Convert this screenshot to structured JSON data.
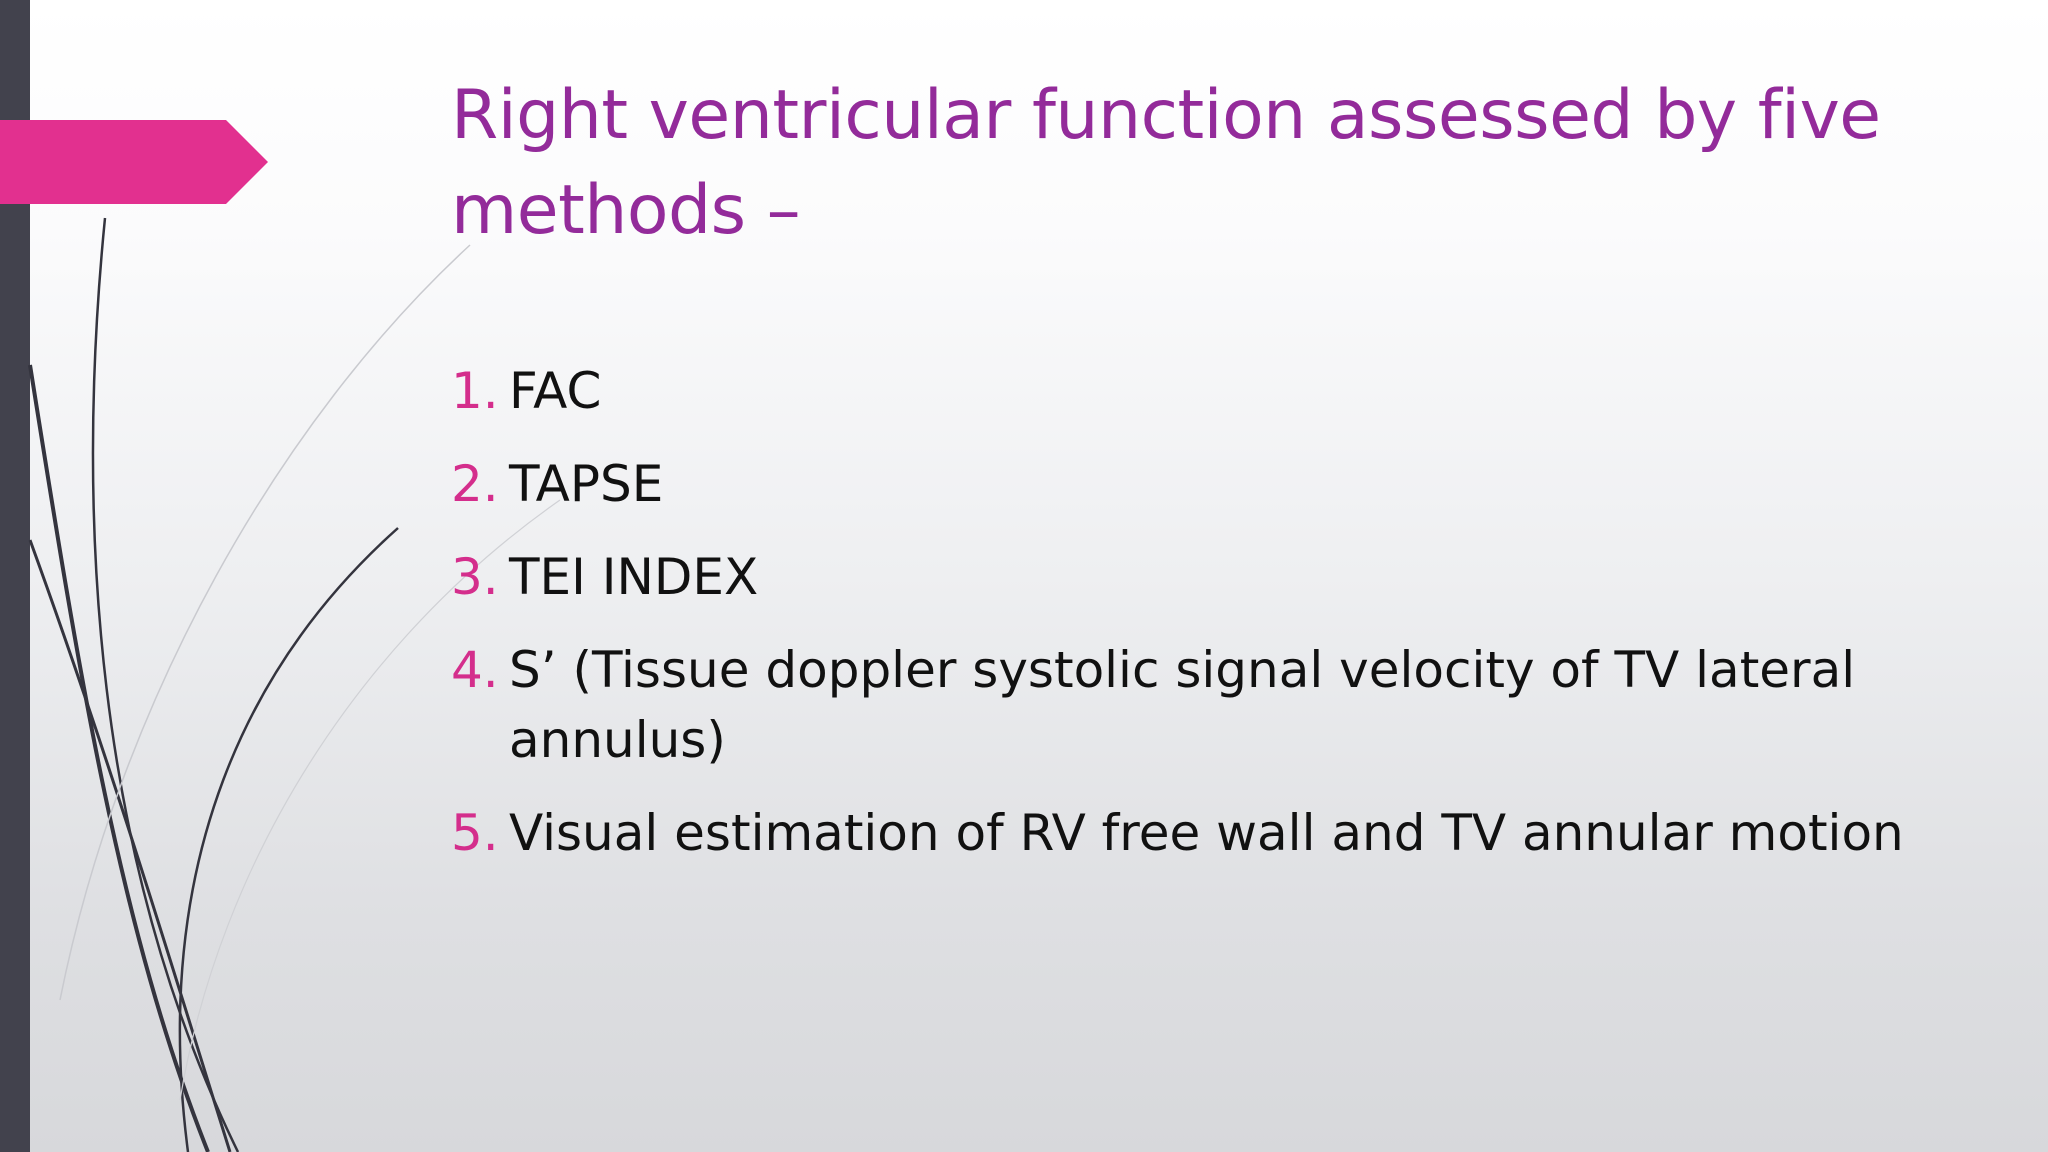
{
  "slide": {
    "title": "Right ventricular function assessed by five methods –",
    "items": [
      {
        "number": "1.",
        "text": "FAC"
      },
      {
        "number": "2.",
        "text": "TAPSE"
      },
      {
        "number": "3.",
        "text": "TEI INDEX"
      },
      {
        "number": "4.",
        "text": "S’ (Tissue doppler systolic signal velocity of TV lateral annulus)"
      },
      {
        "number": "5.",
        "text": "Visual estimation of RV free wall and TV annular motion"
      }
    ]
  },
  "colors": {
    "title": "#932b9a",
    "accent": "#e2308f",
    "bar": "#42424d",
    "numbers": "#d42e8c",
    "body_text": "#111111"
  },
  "icons": {
    "arrow": "pink-arrow-icon"
  }
}
